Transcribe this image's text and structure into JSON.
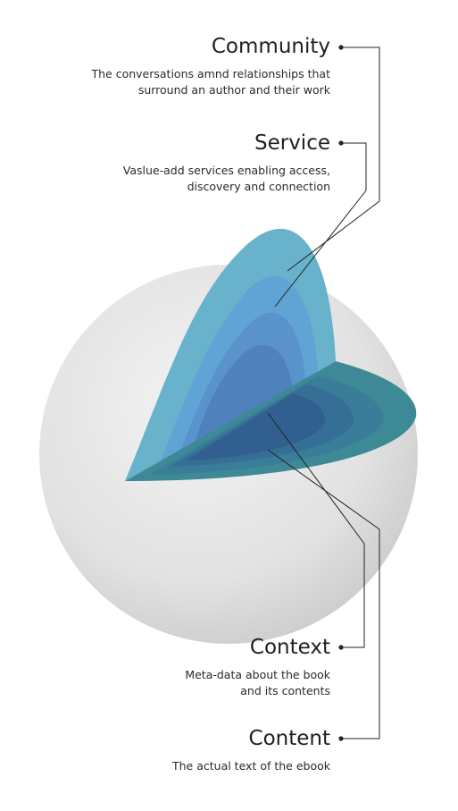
{
  "layers": [
    {
      "key": "community",
      "title": "Community",
      "desc_line1": "The conversations amnd relationships that",
      "desc_line2": "surround an author and their work"
    },
    {
      "key": "service",
      "title": "Service",
      "desc_line1": "Vaslue-add services enabling access,",
      "desc_line2": "discovery and connection"
    },
    {
      "key": "context",
      "title": "Context",
      "desc_line1": "Meta-data about the book",
      "desc_line2": "and its contents"
    },
    {
      "key": "content",
      "title": "Content",
      "desc_line1": "The actual text of the ebook",
      "desc_line2": ""
    }
  ],
  "colors": {
    "sphere_light": "#f1f1f1",
    "sphere_dark": "#c9c9c9",
    "wall_1": "#69b2cc",
    "wall_2": "#5fa4d4",
    "wall_3": "#5a92cc",
    "wall_4": "#4f82bd",
    "floor_1": "#3d8a96",
    "floor_2": "#3a7d98",
    "floor_3": "#366f96",
    "floor_4": "#305f90",
    "leader": "#222222"
  }
}
